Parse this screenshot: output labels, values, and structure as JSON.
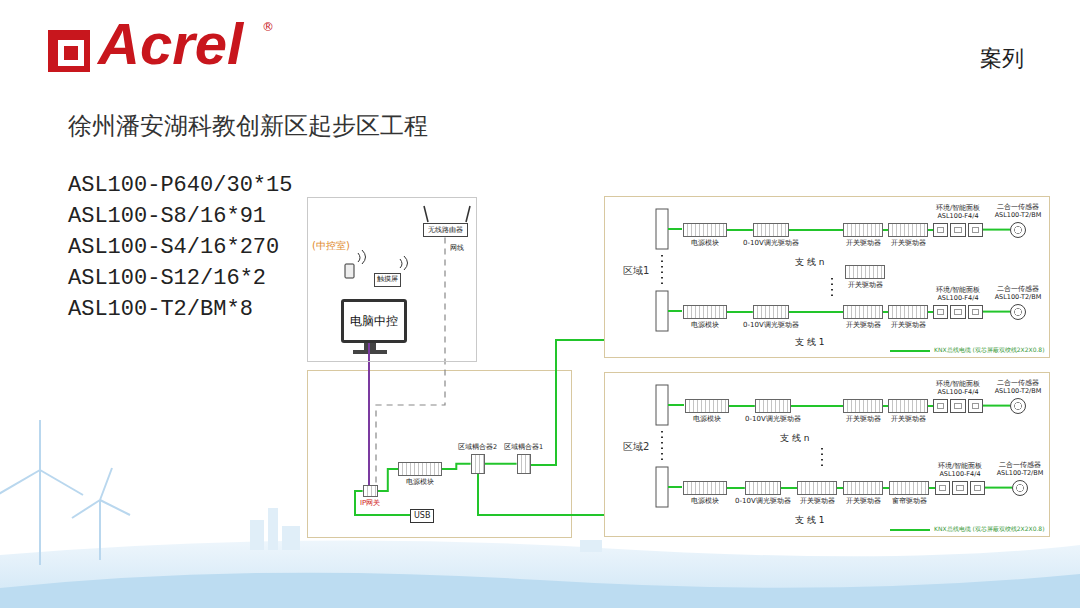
{
  "diagram": {
    "title": "徐州潘安湖科教创新区起步区工程",
    "nodes": [
      {
        "text": [
          "(中控室)"
        ]
      },
      {
        "text": [
          "无线路由器"
        ],
        "in": 0
      },
      {
        "text": [
          "触摸屏"
        ],
        "in": 0
      },
      {
        "text": [
          "电脑中控"
        ],
        "in": 0
      },
      {
        "text": [
          "IP网关"
        ]
      },
      {
        "text": [
          "USB"
        ]
      },
      {
        "text": [
          "电源模块"
        ]
      },
      {
        "text": [
          "区域耦合器2"
        ]
      },
      {
        "text": [
          "区域耦合器1"
        ]
      },
      {
        "text": [
          "区域1"
        ]
      },
      {
        "text": [
          "电源模块"
        ],
        "in": 9
      },
      {
        "text": [
          "0-10V调光驱动器"
        ],
        "in": 9
      },
      {
        "text": [
          "开关驱动器"
        ],
        "in": 9
      },
      {
        "text": [
          "开关驱动器"
        ],
        "in": 9
      },
      {
        "text": [
          "环境/智能面板 ASL100-F4/4"
        ],
        "in": 9
      },
      {
        "text": [
          "二合一传感器 ASL100-T2/BM"
        ],
        "in": 9
      },
      {
        "text": [
          "开关驱动器"
        ],
        "in": 9
      },
      {
        "text": [
          "电源模块"
        ],
        "in": 9
      },
      {
        "text": [
          "0-10V调光驱动器"
        ],
        "in": 9
      },
      {
        "text": [
          "开关驱动器"
        ],
        "in": 9
      },
      {
        "text": [
          "开关驱动器"
        ],
        "in": 9
      },
      {
        "text": [
          "环境/智能面板 ASL100-F4/4"
        ],
        "in": 9
      },
      {
        "text": [
          "二合一传感器 ASL100-T2/BM"
        ],
        "in": 9
      },
      {
        "text": [
          "区域2"
        ]
      },
      {
        "text": [
          "电源模块"
        ],
        "in": 23
      },
      {
        "text": [
          "0-10V调光驱动器"
        ],
        "in": 23
      },
      {
        "text": [
          "开关驱动器"
        ],
        "in": 23
      },
      {
        "text": [
          "开关驱动器"
        ],
        "in": 23
      },
      {
        "text": [
          "环境/智能面板 ASL100-F4/4"
        ],
        "in": 23
      },
      {
        "text": [
          "二合一传感器 ASL100-T2/BM"
        ],
        "in": 23
      },
      {
        "text": [
          "电源模块"
        ],
        "in": 23
      },
      {
        "text": [
          "0-10V调光驱动器"
        ],
        "in": 23
      },
      {
        "text": [
          "开关驱动器"
        ],
        "in": 23
      },
      {
        "text": [
          "开关驱动器"
        ],
        "in": 23
      },
      {
        "text": [
          "窗帘驱动器"
        ],
        "in": 23
      },
      {
        "text": [
          "环境/智能面板 ASL100-F4/4"
        ],
        "in": 23
      },
      {
        "text": [
          "二合一传感器 ASL100-T2/BM"
        ],
        "in": 23
      }
    ],
    "edges": [
      {
        "from": 3,
        "to": 4,
        "arrow": "none"
      },
      {
        "from": 1,
        "to": 4,
        "arrow": "none"
      },
      {
        "from": 4,
        "to": 6,
        "arrow": "none"
      },
      {
        "from": 4,
        "to": 5,
        "arrow": "none"
      },
      {
        "from": 6,
        "to": 7,
        "arrow": "none"
      },
      {
        "from": 7,
        "to": 8,
        "arrow": "none"
      },
      {
        "from": 8,
        "to": 9,
        "arrow": "none"
      },
      {
        "from": 7,
        "to": 23,
        "arrow": "none"
      },
      {
        "from": 10,
        "to": 11,
        "arrow": "none"
      },
      {
        "from": 11,
        "to": 12,
        "arrow": "none"
      },
      {
        "from": 12,
        "to": 13,
        "arrow": "none"
      },
      {
        "from": 13,
        "to": 14,
        "arrow": "none"
      },
      {
        "from": 14,
        "to": 15,
        "arrow": "none"
      },
      {
        "from": 17,
        "to": 18,
        "arrow": "none"
      },
      {
        "from": 18,
        "to": 19,
        "arrow": "none"
      },
      {
        "from": 19,
        "to": 20,
        "arrow": "none"
      },
      {
        "from": 20,
        "to": 21,
        "arrow": "none"
      },
      {
        "from": 21,
        "to": 22,
        "arrow": "none"
      },
      {
        "from": 24,
        "to": 25,
        "arrow": "none"
      },
      {
        "from": 25,
        "to": 26,
        "arrow": "none"
      },
      {
        "from": 26,
        "to": 27,
        "arrow": "none"
      },
      {
        "from": 27,
        "to": 28,
        "arrow": "none"
      },
      {
        "from": 28,
        "to": 29,
        "arrow": "none"
      },
      {
        "from": 30,
        "to": 31,
        "arrow": "none"
      },
      {
        "from": 31,
        "to": 32,
        "arrow": "none"
      },
      {
        "from": 32,
        "to": 33,
        "arrow": "none"
      },
      {
        "from": 33,
        "to": 34,
        "arrow": "none"
      },
      {
        "from": 34,
        "to": 35,
        "arrow": "none"
      },
      {
        "from": 35,
        "to": 36,
        "arrow": "none"
      }
    ],
    "labels": [
      "Acrel",
      "®",
      "案列",
      "ASL100-P640/30*15",
      "ASL100-S8/16*91",
      "ASL100-S4/16*270",
      "ASL100-S12/16*2",
      "ASL100-T2/BM*8",
      "网线",
      "支 线 n",
      "支 线 1",
      "支 线 n",
      "支 线 1"
    ],
    "legend": [
      {
        "text": "KNX总线电缆 (双芯屏蔽双绞线2X2X0.8)"
      },
      {
        "text": "KNX总线电缆 (双芯屏蔽双绞线2X2X0.8)"
      }
    ]
  }
}
